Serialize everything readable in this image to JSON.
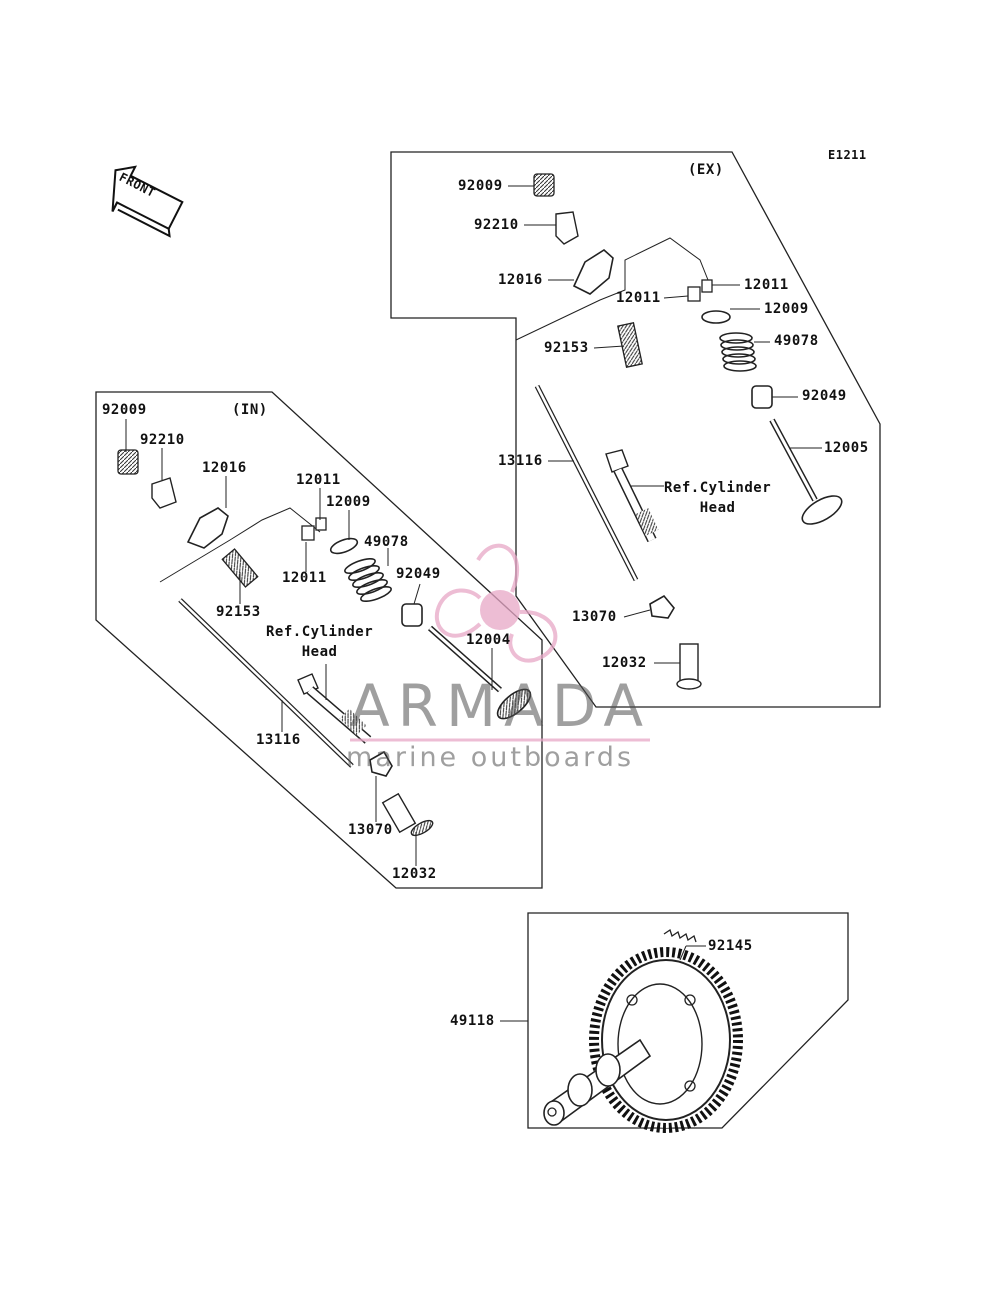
{
  "diagram_code": "E1211",
  "front_arrow_label": "FRONT",
  "groups": {
    "exhaust": "(EX)",
    "intake": "(IN)"
  },
  "ref_note": "Ref.Cylinder\nHead",
  "watermark": {
    "title": "ARMADA",
    "subtitle": "marine outboards",
    "colors": {
      "logo_pink": "#e7a7c6",
      "logo_text": "#555555"
    }
  },
  "part_numbers": {
    "ex_92009": "92009",
    "ex_92210": "92210",
    "ex_12016": "12016",
    "ex_12011_top": "12011",
    "ex_12011": "12011",
    "ex_12009": "12009",
    "ex_49078": "49078",
    "ex_92153": "92153",
    "ex_92049": "92049",
    "ex_13116": "13116",
    "ex_12005": "12005",
    "ex_13070": "13070",
    "ex_12032": "12032",
    "in_92009": "92009",
    "in_92210": "92210",
    "in_12016": "12016",
    "in_12011_top": "12011",
    "in_12009": "12009",
    "in_49078": "49078",
    "in_92049": "92049",
    "in_12011": "12011",
    "in_92153": "92153",
    "in_12004": "12004",
    "in_13116": "13116",
    "in_13070": "13070",
    "in_12032": "12032",
    "cam_92145": "92145",
    "cam_49118": "49118"
  }
}
